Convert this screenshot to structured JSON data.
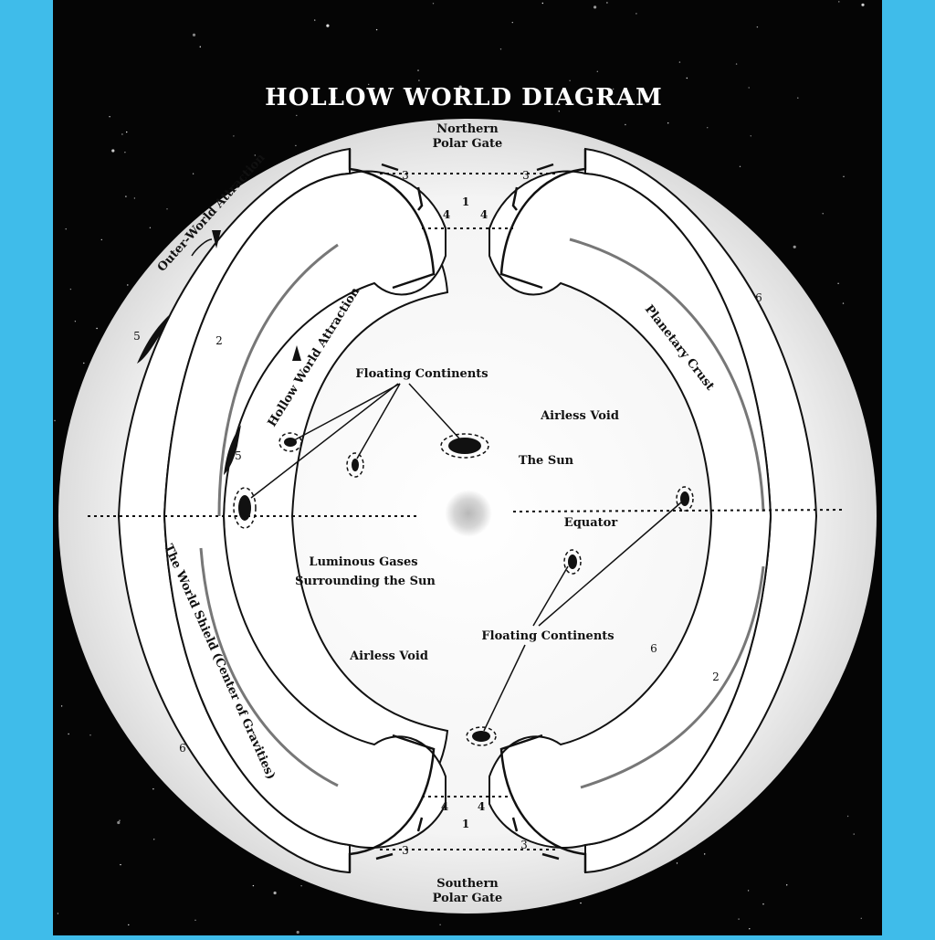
{
  "colors": {
    "frame": "#3fbcea",
    "space": "#050505",
    "disc": "#f2f2f2",
    "ink": "#111111"
  },
  "title": "HOLLOW WORLD DIAGRAM",
  "labels": {
    "northern_gate": [
      "Northern",
      "Polar Gate"
    ],
    "southern_gate": [
      "Southern",
      "Polar Gate"
    ],
    "outer_world_attraction": "Outer-World Attraction",
    "hollow_world_attraction": "Hollow World Attraction",
    "planetary_crust": "Planetary Crust",
    "world_shield": "The World Shield (Center of Gravities)",
    "floating_continents_top": "Floating Continents",
    "floating_continents_bottom": "Floating Continents",
    "airless_void_top": "Airless Void",
    "airless_void_bottom": "Airless Void",
    "the_sun": "The Sun",
    "equator": "Equator",
    "luminous_gases": [
      "Luminous Gases",
      "Surrounding the Sun"
    ]
  },
  "numbers": {
    "n1": "1",
    "n2": "2",
    "n3": "3",
    "n4": "4",
    "n5": "5",
    "n6": "6"
  },
  "icons": [
    "arrow-down-icon",
    "arrow-up-icon",
    "sun-icon",
    "continent-icon"
  ]
}
